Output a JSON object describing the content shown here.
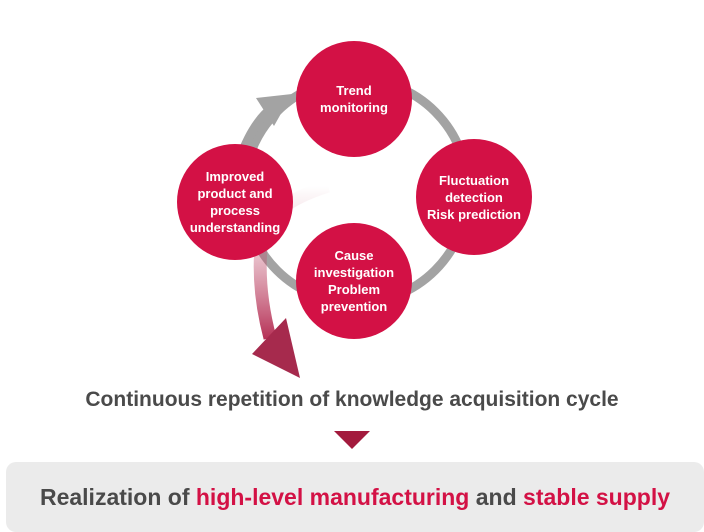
{
  "cycle": {
    "nodes": {
      "trend": "Trend\nmonitoring",
      "fluctuation": "Fluctuation\ndetection\nRisk prediction",
      "cause": "Cause\ninvestigation\nProblem\nprevention",
      "improved": "Improved\nproduct and\nprocess\nunderstanding"
    }
  },
  "caption": "Continuous repetition of knowledge acquisition cycle",
  "result": {
    "part1": "Realization of ",
    "highlight1": "high-level manufacturing",
    "part2": " and ",
    "highlight2": "stable supply"
  },
  "colors": {
    "accent": "#d31145",
    "ring": "#a3a3a3",
    "text": "#4a4a4a",
    "box": "#ebebeb"
  }
}
